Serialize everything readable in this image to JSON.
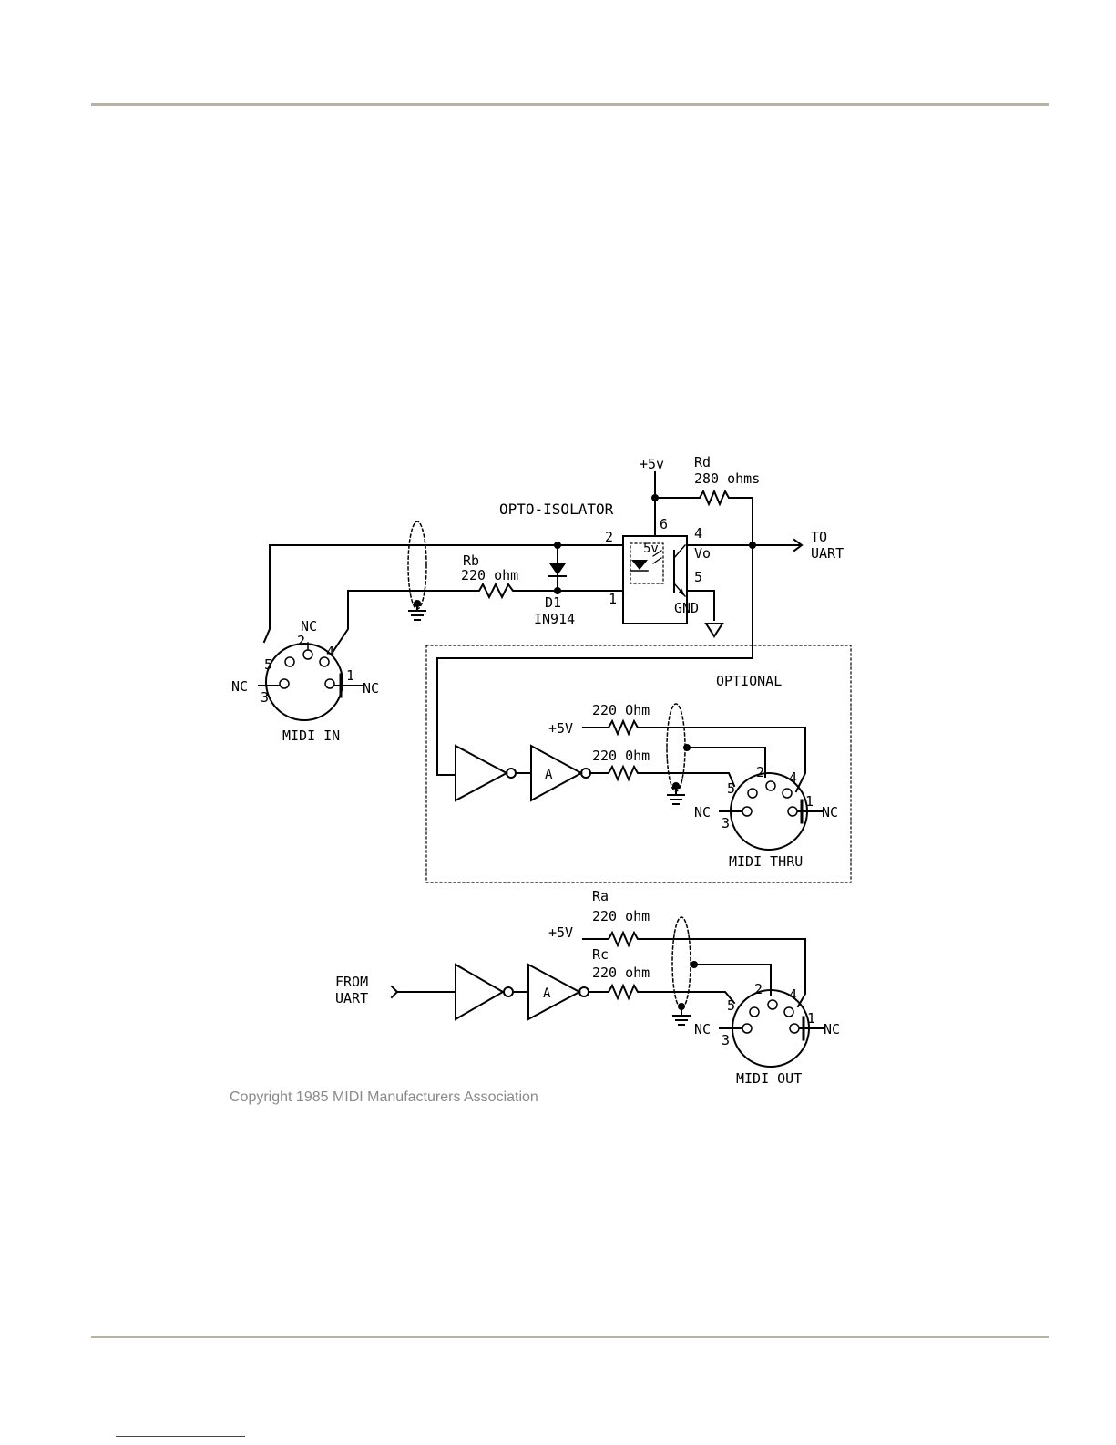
{
  "diagram": {
    "labels": {
      "plus5v_top": "+5v",
      "rd_name": "Rd",
      "rd_value": "280 ohms",
      "opto_title": "OPTO-ISOLATOR",
      "pin2": "2",
      "pin6": "6",
      "pin4": "4",
      "pin1": "1",
      "pin5": "5",
      "opto_5v": "5v",
      "opto_vo": "Vo",
      "opto_gnd": "GND",
      "to": "TO",
      "uart": "UART",
      "rb_name": "Rb",
      "rb_value": "220 ohm",
      "d1_name": "D1",
      "d1_value": "IN914",
      "optional": "OPTIONAL",
      "thru_r1": "220 Ohm",
      "thru_r2": "220 0hm",
      "thru_plus5v": "+5V",
      "ra_name": "Ra",
      "ra_value": "220 ohm",
      "rc_name": "Rc",
      "rc_value": "220 ohm",
      "out_plus5v": "+5V",
      "from": "FROM",
      "from_uart": "UART",
      "buffer_a": "A"
    },
    "connectors": {
      "midi_in": {
        "title": "MIDI IN",
        "nc": "NC",
        "p1": "1",
        "p2": "2",
        "p3": "3",
        "p4": "4",
        "p5": "5"
      },
      "midi_thru": {
        "title": "MIDI THRU",
        "nc": "NC",
        "p1": "1",
        "p2": "2",
        "p3": "3",
        "p4": "4",
        "p5": "5"
      },
      "midi_out": {
        "title": "MIDI OUT",
        "nc": "NC",
        "p1": "1",
        "p2": "2",
        "p3": "3",
        "p4": "4",
        "p5": "5"
      }
    },
    "copyright": "Copyright 1985 MIDI Manufacturers Association"
  }
}
